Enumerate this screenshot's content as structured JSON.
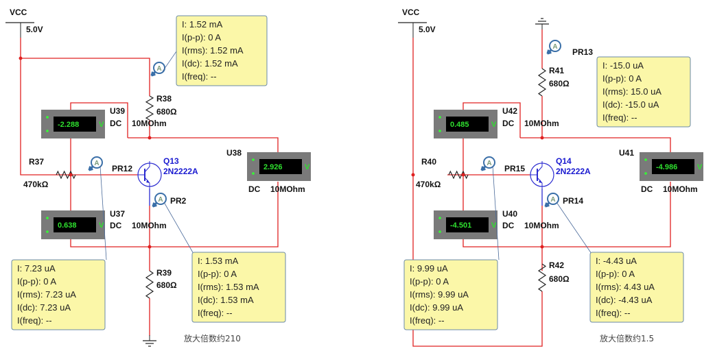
{
  "colors": {
    "wire": "#e02020",
    "transistor": "#2a2ad0",
    "tooltip_bg": "#fbf7a8",
    "meter_body": "#7a7a7a",
    "meter_display": "#000000",
    "meter_digits": "#2fe02f",
    "probe": "#3a6fa8"
  },
  "circuits": [
    {
      "vcc": {
        "name": "VCC",
        "value": "5.0V"
      },
      "top_element": "vcc-wire",
      "rb": {
        "name": "R37",
        "value": "470kΩ"
      },
      "rc": {
        "name": "R38",
        "value": "680Ω"
      },
      "re": {
        "name": "R39",
        "value": "680Ω"
      },
      "transistor": {
        "name": "Q13",
        "model": "2N2222A"
      },
      "meters": [
        {
          "name": "U39",
          "reading": "-2.288",
          "unit": "V",
          "mode": "DC",
          "impedance": "10MOhm"
        },
        {
          "name": "U37",
          "reading": "0.638",
          "unit": "V",
          "mode": "DC",
          "impedance": "10MOhm"
        },
        {
          "name": "U38",
          "reading": "2.926",
          "unit": "V",
          "mode": "DC",
          "impedance": "10MOhm"
        }
      ],
      "probes": [
        {
          "name": "",
          "lines": [
            "I: 1.52 mA",
            "I(p-p): 0 A",
            "I(rms): 1.52 mA",
            "I(dc): 1.52 mA",
            "I(freq): --"
          ]
        },
        {
          "name": "PR12",
          "lines": [
            "I: 7.23 uA",
            "I(p-p): 0 A",
            "I(rms): 7.23 uA",
            "I(dc): 7.23 uA",
            "I(freq): --"
          ]
        },
        {
          "name": "PR2",
          "lines": [
            "I: 1.53 mA",
            "I(p-p): 0 A",
            "I(rms): 1.53 mA",
            "I(dc): 1.53 mA",
            "I(freq): --"
          ]
        }
      ],
      "probe_symbol": "A",
      "note": "放大倍数约210"
    },
    {
      "vcc": {
        "name": "VCC",
        "value": "5.0V"
      },
      "rb": {
        "name": "R40",
        "value": "470kΩ"
      },
      "rc": {
        "name": "R41",
        "value": "680Ω"
      },
      "re": {
        "name": "R42",
        "value": "680Ω"
      },
      "transistor": {
        "name": "Q14",
        "model": "2N2222A"
      },
      "meters": [
        {
          "name": "U42",
          "reading": "0.485",
          "unit": "V",
          "mode": "DC",
          "impedance": "10MOhm"
        },
        {
          "name": "U40",
          "reading": "-4.501",
          "unit": "V",
          "mode": "DC",
          "impedance": "10MOhm"
        },
        {
          "name": "U41",
          "reading": "-4.986",
          "unit": "V",
          "mode": "DC",
          "impedance": "10MOhm"
        }
      ],
      "probes": [
        {
          "name": "PR13",
          "lines": [
            "I: -15.0 uA",
            "I(p-p): 0 A",
            "I(rms): 15.0 uA",
            "I(dc): -15.0 uA",
            "I(freq): --"
          ]
        },
        {
          "name": "PR15",
          "lines": [
            "I: 9.99 uA",
            "I(p-p): 0 A",
            "I(rms): 9.99 uA",
            "I(dc): 9.99 uA",
            "I(freq): --"
          ]
        },
        {
          "name": "PR14",
          "lines": [
            "I: -4.43 uA",
            "I(p-p): 0 A",
            "I(rms): 4.43 uA",
            "I(dc): -4.43 uA",
            "I(freq): --"
          ]
        }
      ],
      "probe_symbol": "A",
      "note": "放大倍数约1.5"
    }
  ]
}
